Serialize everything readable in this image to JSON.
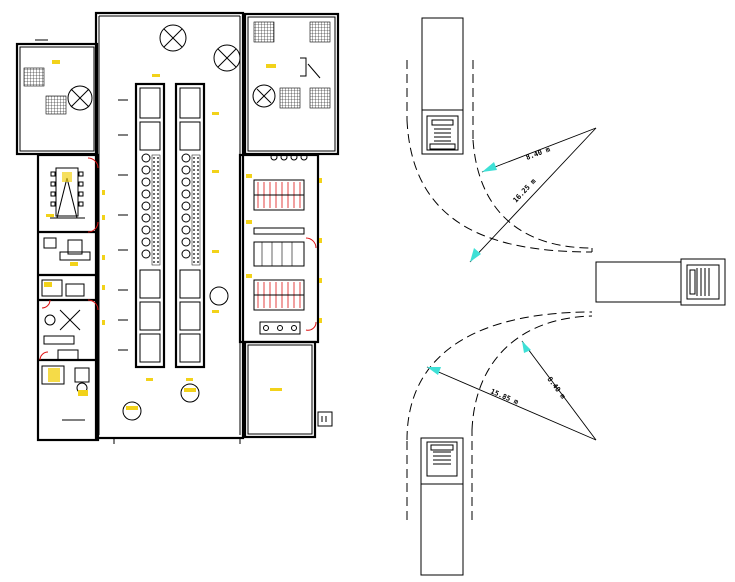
{
  "turning_diagram": {
    "dimensions": [
      {
        "label": "8.40 m"
      },
      {
        "label": "16.25 m"
      },
      {
        "label": "8.40 m"
      },
      {
        "label": "15.85 m"
      }
    ]
  },
  "colors": {
    "line": "#000000",
    "arrow_head": "#3ee0d6",
    "accent_yellow": "#f2d21a",
    "accent_red": "#dd1111",
    "door_blue": "#2a6cff"
  }
}
